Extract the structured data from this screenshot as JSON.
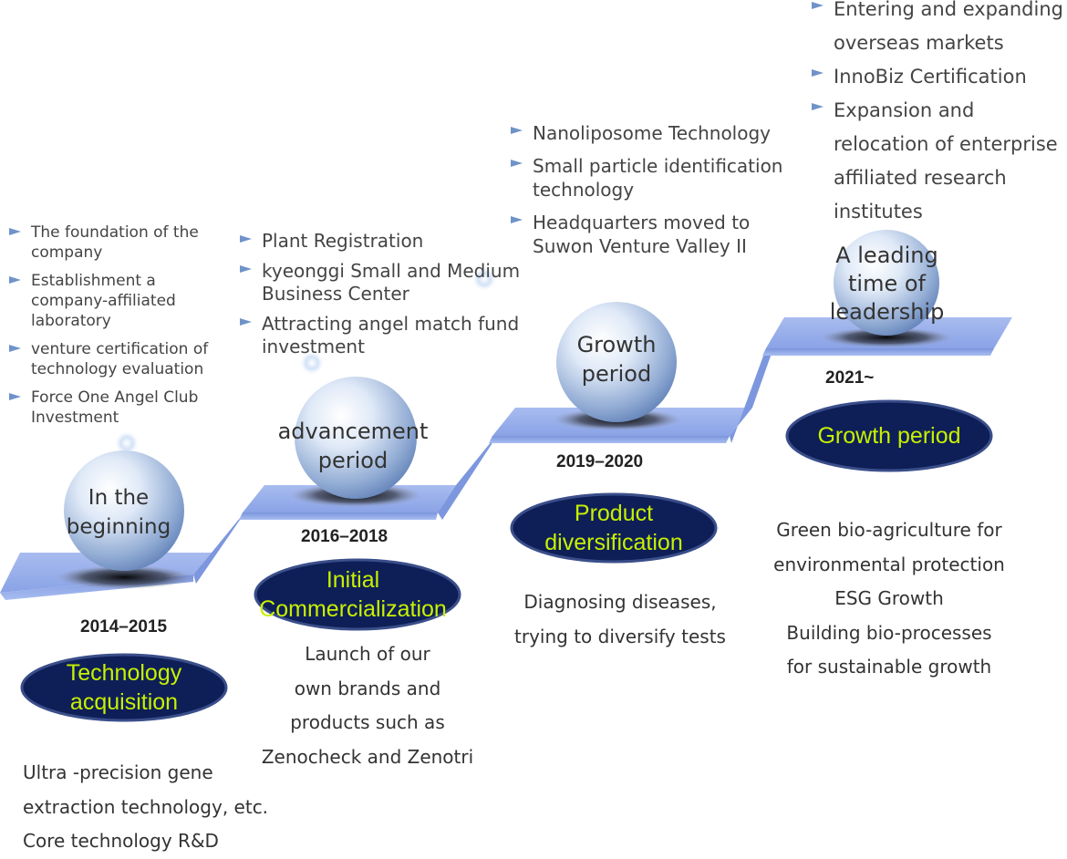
{
  "stages": [
    {
      "sphere_label": [
        "In the",
        "beginning"
      ],
      "year": "2014–2015",
      "name": [
        "Technology",
        "acquisition"
      ],
      "bullets": [
        "The foundation of the company",
        "Establishment a company-affiliated laboratory",
        "venture certification of technology evaluation",
        "Force One Angel Club Investment"
      ],
      "description": [
        "Ultra -precision gene",
        "extraction technology, etc.",
        "Core technology R&D"
      ]
    },
    {
      "sphere_label": [
        "advancement",
        "period"
      ],
      "year": "2016–2018",
      "name": [
        "Initial",
        "Commercialization"
      ],
      "bullets": [
        "Plant Registration",
        "kyeonggi Small and Medium Business Center",
        "Attracting angel match fund investment"
      ],
      "description": [
        "Launch of our",
        "own brands and",
        "products such as",
        "Zenocheck and Zenotri"
      ]
    },
    {
      "sphere_label": [
        "Growth",
        "period"
      ],
      "year": "2019–2020",
      "name": [
        "Product",
        "diversification"
      ],
      "bullets": [
        "Nanoliposome Technology",
        "Small particle identification technology",
        "Headquarters moved to Suwon Venture Valley II"
      ],
      "description": [
        "Diagnosing diseases,",
        "trying to diversify tests"
      ]
    },
    {
      "sphere_label": [
        "A leading",
        "time of",
        "leadership"
      ],
      "year": "2021~",
      "name": [
        "Growth period"
      ],
      "bullets": [
        "Entering and expanding overseas markets",
        "InnoBiz Certification",
        "Expansion and relocation of enterprise affiliated research institutes"
      ],
      "description": [
        "Green bio-agriculture for",
        "environmental protection",
        "ESG Growth",
        "Building bio-processes",
        "for sustainable growth"
      ]
    }
  ],
  "colors": {
    "stair": "#8fa8e8",
    "stair_dark": "#6c87d6",
    "badge": "#0e1f57",
    "badge_text": "#c8f000",
    "bullet_arrow": "#6f93c9"
  },
  "icons": {
    "bullet": "arrow-bullet-icon",
    "stage": "sphere-icon"
  }
}
